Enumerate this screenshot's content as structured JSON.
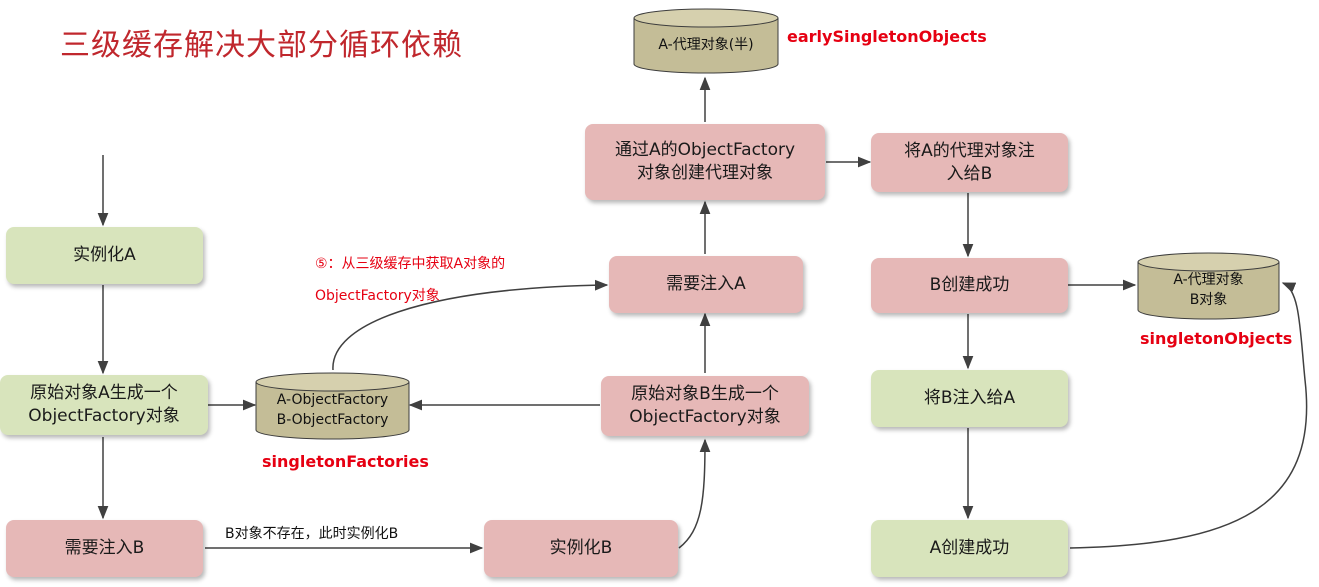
{
  "title": "三级缓存解决大部分循环依赖",
  "colors": {
    "title": "#C0272D",
    "green_node": "#D8E4BC",
    "pink_node": "#E6B8B7",
    "cylinder": "#C4BD97",
    "store_label": "#E60012",
    "arrow": "#404040"
  },
  "nodes": {
    "instantiate_a": "实例化A",
    "a_object_factory": "原始对象A生成一个\nObjectFactory对象",
    "need_inject_b": "需要注入B",
    "instantiate_b": "实例化B",
    "b_object_factory": "原始对象B生成一个\nObjectFactory对象",
    "need_inject_a": "需要注入A",
    "create_a_proxy": "通过A的ObjectFactory\n对象创建代理对象",
    "inject_proxy_into_b": "将A的代理对象注\n入给B",
    "b_created": "B创建成功",
    "inject_b_into_a": "将B注入给A",
    "a_created": "A创建成功"
  },
  "stores": {
    "singleton_factories": {
      "content": "A-ObjectFactory\nB-ObjectFactory",
      "label": "singletonFactories"
    },
    "early_singleton_objects": {
      "content": "A-代理对象(半)",
      "label": "earlySingletonObjects"
    },
    "singleton_objects": {
      "content": "A-代理对象\nB对象",
      "label": "singletonObjects"
    }
  },
  "edge_labels": {
    "b_missing": "B对象不存在，此时实例化B",
    "step5": "⑤：从三级缓存中获取A对象的\nObjectFactory对象"
  }
}
